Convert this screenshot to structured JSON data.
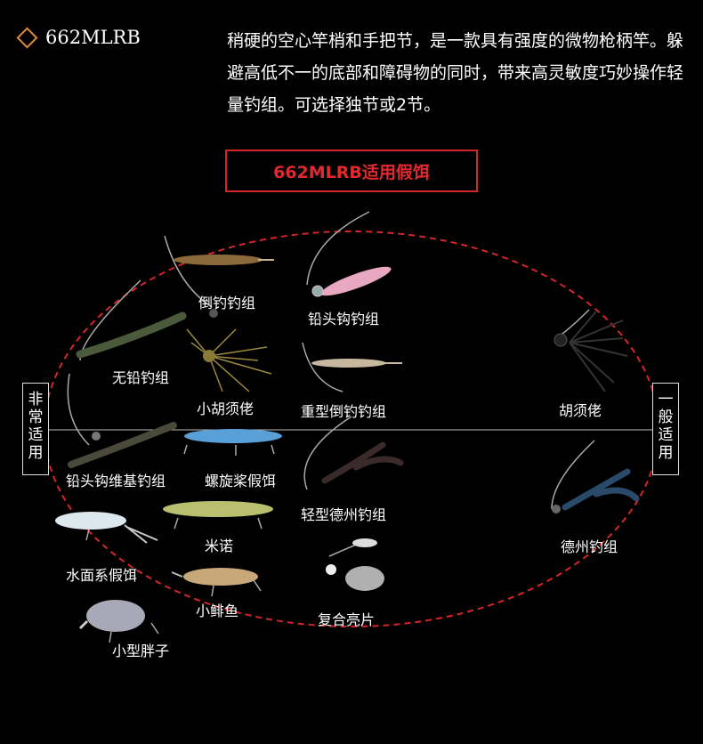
{
  "model": {
    "name": "662MLRB"
  },
  "description": "稍硬的空心竿梢和手把节，是一款具有强度的微物枪柄竿。躲避高低不一的底部和障碍物的同时，带来高灵敏度巧妙操作轻量钓组。可选择独节或2节。",
  "title_box": "662MLRB适用假饵",
  "axis": {
    "left": [
      "非",
      "常",
      "适",
      "用"
    ],
    "right": [
      "一",
      "般",
      "适",
      "用"
    ]
  },
  "lures": {
    "l1": "倒钓钓组",
    "l2": "铅头钩钓组",
    "l3": "无铅钓组",
    "l4": "小胡须佬",
    "l5": "重型倒钓钓组",
    "l6": "胡须佬",
    "l7": "铅头钩维基钓组",
    "l8": "螺旋桨假饵",
    "l9": "轻型德州钓组",
    "l10": "米诺",
    "l11": "德州钓组",
    "l12": "水面系假饵",
    "l13": "小鲱鱼",
    "l14": "复合亮片",
    "l15": "小型胖子"
  },
  "colors": {
    "accent": "#e0893a",
    "red": "#d4252b"
  }
}
